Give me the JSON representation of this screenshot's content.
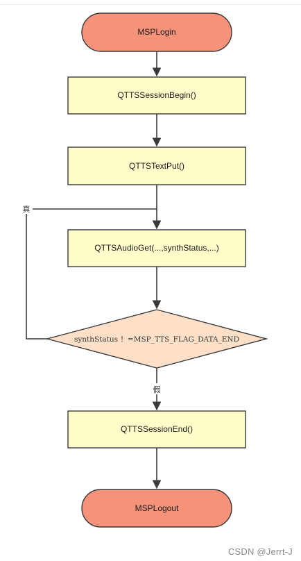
{
  "nodes": {
    "start": {
      "label": "MSPLogin"
    },
    "session_begin": {
      "label": "QTTSSessionBegin()"
    },
    "text_put": {
      "label": "QTTSTextPut()"
    },
    "audio_get": {
      "label": "QTTSAudioGet(...,synthStatus,...)"
    },
    "decision": {
      "label": "synthStatus ！=MSP_TTS_FLAG_DATA_END"
    },
    "session_end": {
      "label": "QTTSSessionEnd()"
    },
    "end": {
      "label": "MSPLogout"
    }
  },
  "branches": {
    "true_label": "真",
    "false_label": "假"
  },
  "watermark": "CSDN @Jerrt-J",
  "colors": {
    "terminal_fill": "#f5927a",
    "process_fill": "#fffecb",
    "decision_fill": "#fde0c7",
    "stroke": "#3a3a3a"
  }
}
